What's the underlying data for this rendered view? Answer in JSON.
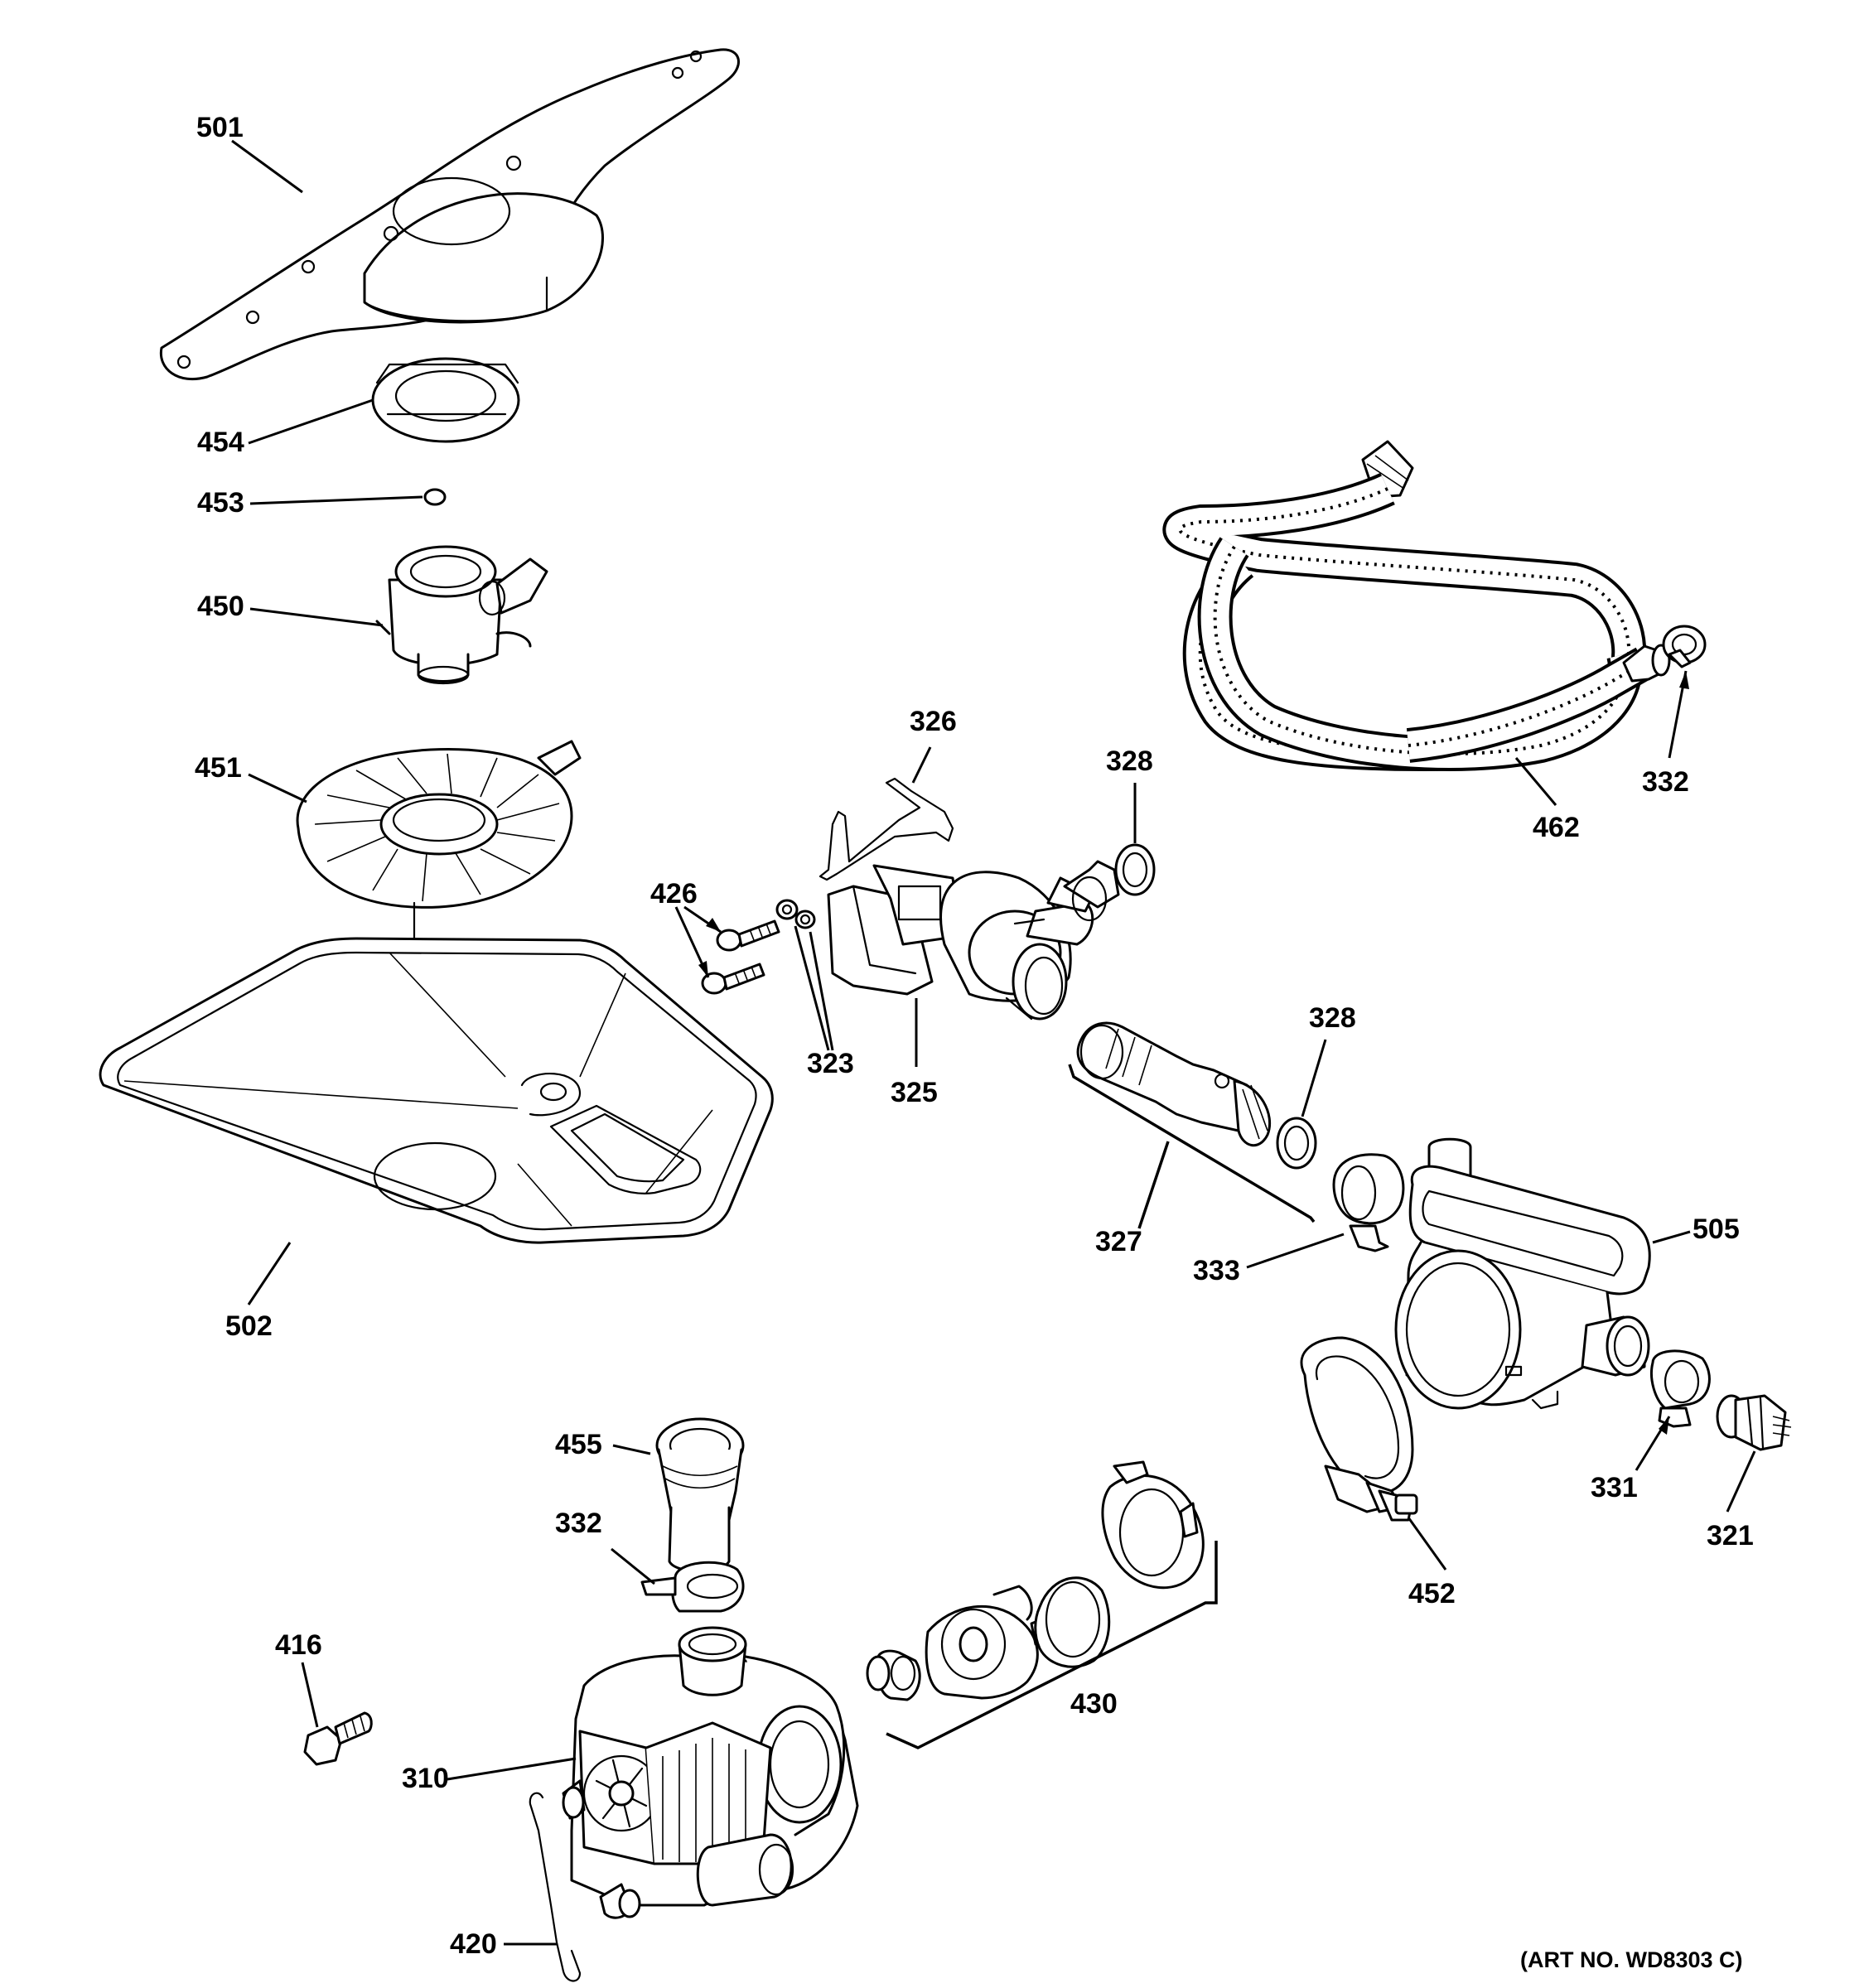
{
  "diagram": {
    "art_number": "(ART NO. WD8303 C)",
    "callouts": {
      "c501": "501",
      "c454": "454",
      "c453": "453",
      "c450": "450",
      "c451": "451",
      "c502": "502",
      "c426": "426",
      "c323": "323",
      "c325": "325",
      "c326": "326",
      "c328a": "328",
      "c328b": "328",
      "c327": "327",
      "c333": "333",
      "c505": "505",
      "c462": "462",
      "c332a": "332",
      "c455": "455",
      "c332b": "332",
      "c416": "416",
      "c310": "310",
      "c420": "420",
      "c430": "430",
      "c452": "452",
      "c331": "331",
      "c321": "321"
    }
  }
}
